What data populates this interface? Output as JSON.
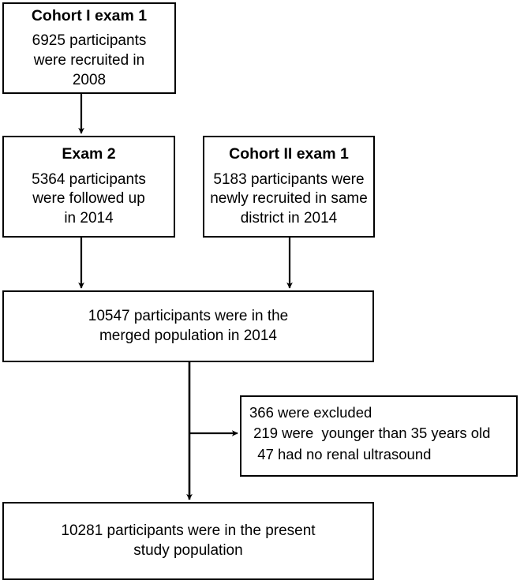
{
  "figure": {
    "type": "flowchart",
    "orientation": "top-to-bottom",
    "background_color": "#ffffff",
    "line_color": "#000000"
  },
  "nodes": {
    "cohort1": {
      "title": "Cohort I exam 1",
      "body": "6925 participants\nwere recruited in\n2008"
    },
    "exam2": {
      "title": "Exam 2",
      "body": "5364 participants\nwere followed up\nin 2014"
    },
    "cohort2": {
      "title": "Cohort II exam 1",
      "body": "5183 participants were\nnewly recruited in same\ndistrict in 2014"
    },
    "merged": {
      "body": "10547 participants were in the\nmerged population in 2014"
    },
    "excluded": {
      "body": "366 were excluded\n 219 were  younger than 35 years old\n  47 had no renal ultrasound"
    },
    "final": {
      "body": "10281 participants were in the present\nstudy population"
    }
  },
  "connectors": [
    {
      "name": "cohort1-to-exam2",
      "from": "cohort1",
      "to": "exam2",
      "direction": "down"
    },
    {
      "name": "exam2-to-merged",
      "from": "exam2",
      "to": "merged",
      "direction": "down"
    },
    {
      "name": "cohort2-to-merged",
      "from": "cohort2",
      "to": "merged",
      "direction": "down"
    },
    {
      "name": "merged-to-excluded",
      "from": "merged",
      "to": "excluded",
      "direction": "right"
    },
    {
      "name": "merged-to-final",
      "from": "merged",
      "to": "final",
      "direction": "down"
    }
  ]
}
